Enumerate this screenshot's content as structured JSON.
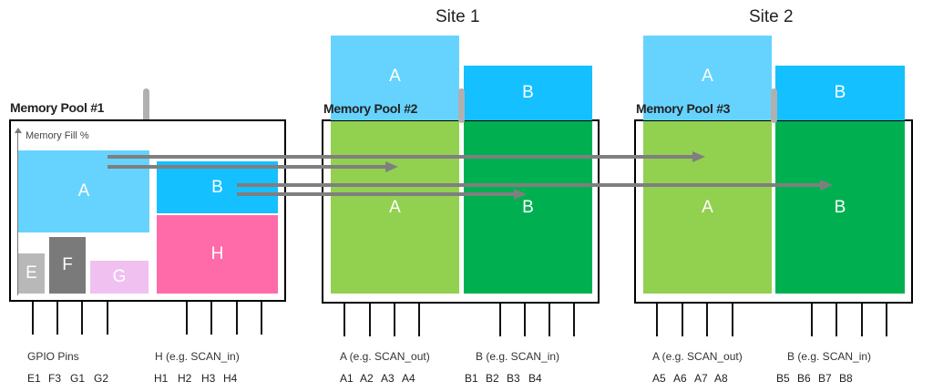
{
  "sites": [
    {
      "title": "Site 1",
      "pool_title": "Memory Pool #2",
      "upper": [
        {
          "label": "A",
          "color": "#66d3ff"
        },
        {
          "label": "B",
          "color": "#14c0ff"
        }
      ],
      "lower": [
        {
          "label": "A",
          "color": "#92d050"
        },
        {
          "label": "B",
          "color": "#00b050"
        }
      ],
      "group_a": {
        "label": "A (e.g. SCAN_out)",
        "pins": [
          "A1",
          "A2",
          "A3",
          "A4"
        ]
      },
      "group_b": {
        "label": "B (e.g. SCAN_in)",
        "pins": [
          "B1",
          "B2",
          "B3",
          "B4"
        ]
      }
    },
    {
      "title": "Site 2",
      "pool_title": "Memory Pool #3",
      "upper": [
        {
          "label": "A",
          "color": "#66d3ff"
        },
        {
          "label": "B",
          "color": "#14c0ff"
        }
      ],
      "lower": [
        {
          "label": "A",
          "color": "#92d050"
        },
        {
          "label": "B",
          "color": "#00b050"
        }
      ],
      "group_a": {
        "label": "A (e.g. SCAN_out)",
        "pins": [
          "A5",
          "A6",
          "A7",
          "A8"
        ]
      },
      "group_b": {
        "label": "B (e.g. SCAN_in)",
        "pins": [
          "B5",
          "B6",
          "B7",
          "B8"
        ]
      }
    }
  ],
  "pool1": {
    "title": "Memory Pool #1",
    "axis_label": "Memory Fill %",
    "blocks": {
      "A": {
        "label": "A",
        "color": "#66d3ff"
      },
      "B": {
        "label": "B",
        "color": "#14c0ff"
      },
      "H": {
        "label": "H",
        "color": "#ff6ba9"
      },
      "E": {
        "label": "E",
        "color": "#b8b8b8"
      },
      "F": {
        "label": "F",
        "color": "#7a7a7a"
      },
      "G": {
        "label": "G",
        "color": "#f0c0f0"
      }
    },
    "group_gpio": {
      "label": "GPIO Pins",
      "pins": [
        "E1",
        "F3",
        "G1",
        "G2"
      ]
    },
    "group_h": {
      "label": "H (e.g. SCAN_in)",
      "pins": [
        "H1",
        "H2",
        "H3",
        "H4"
      ]
    }
  },
  "colors": {
    "arrow": "#7f7f7f",
    "handle": "#b0b0b0"
  }
}
